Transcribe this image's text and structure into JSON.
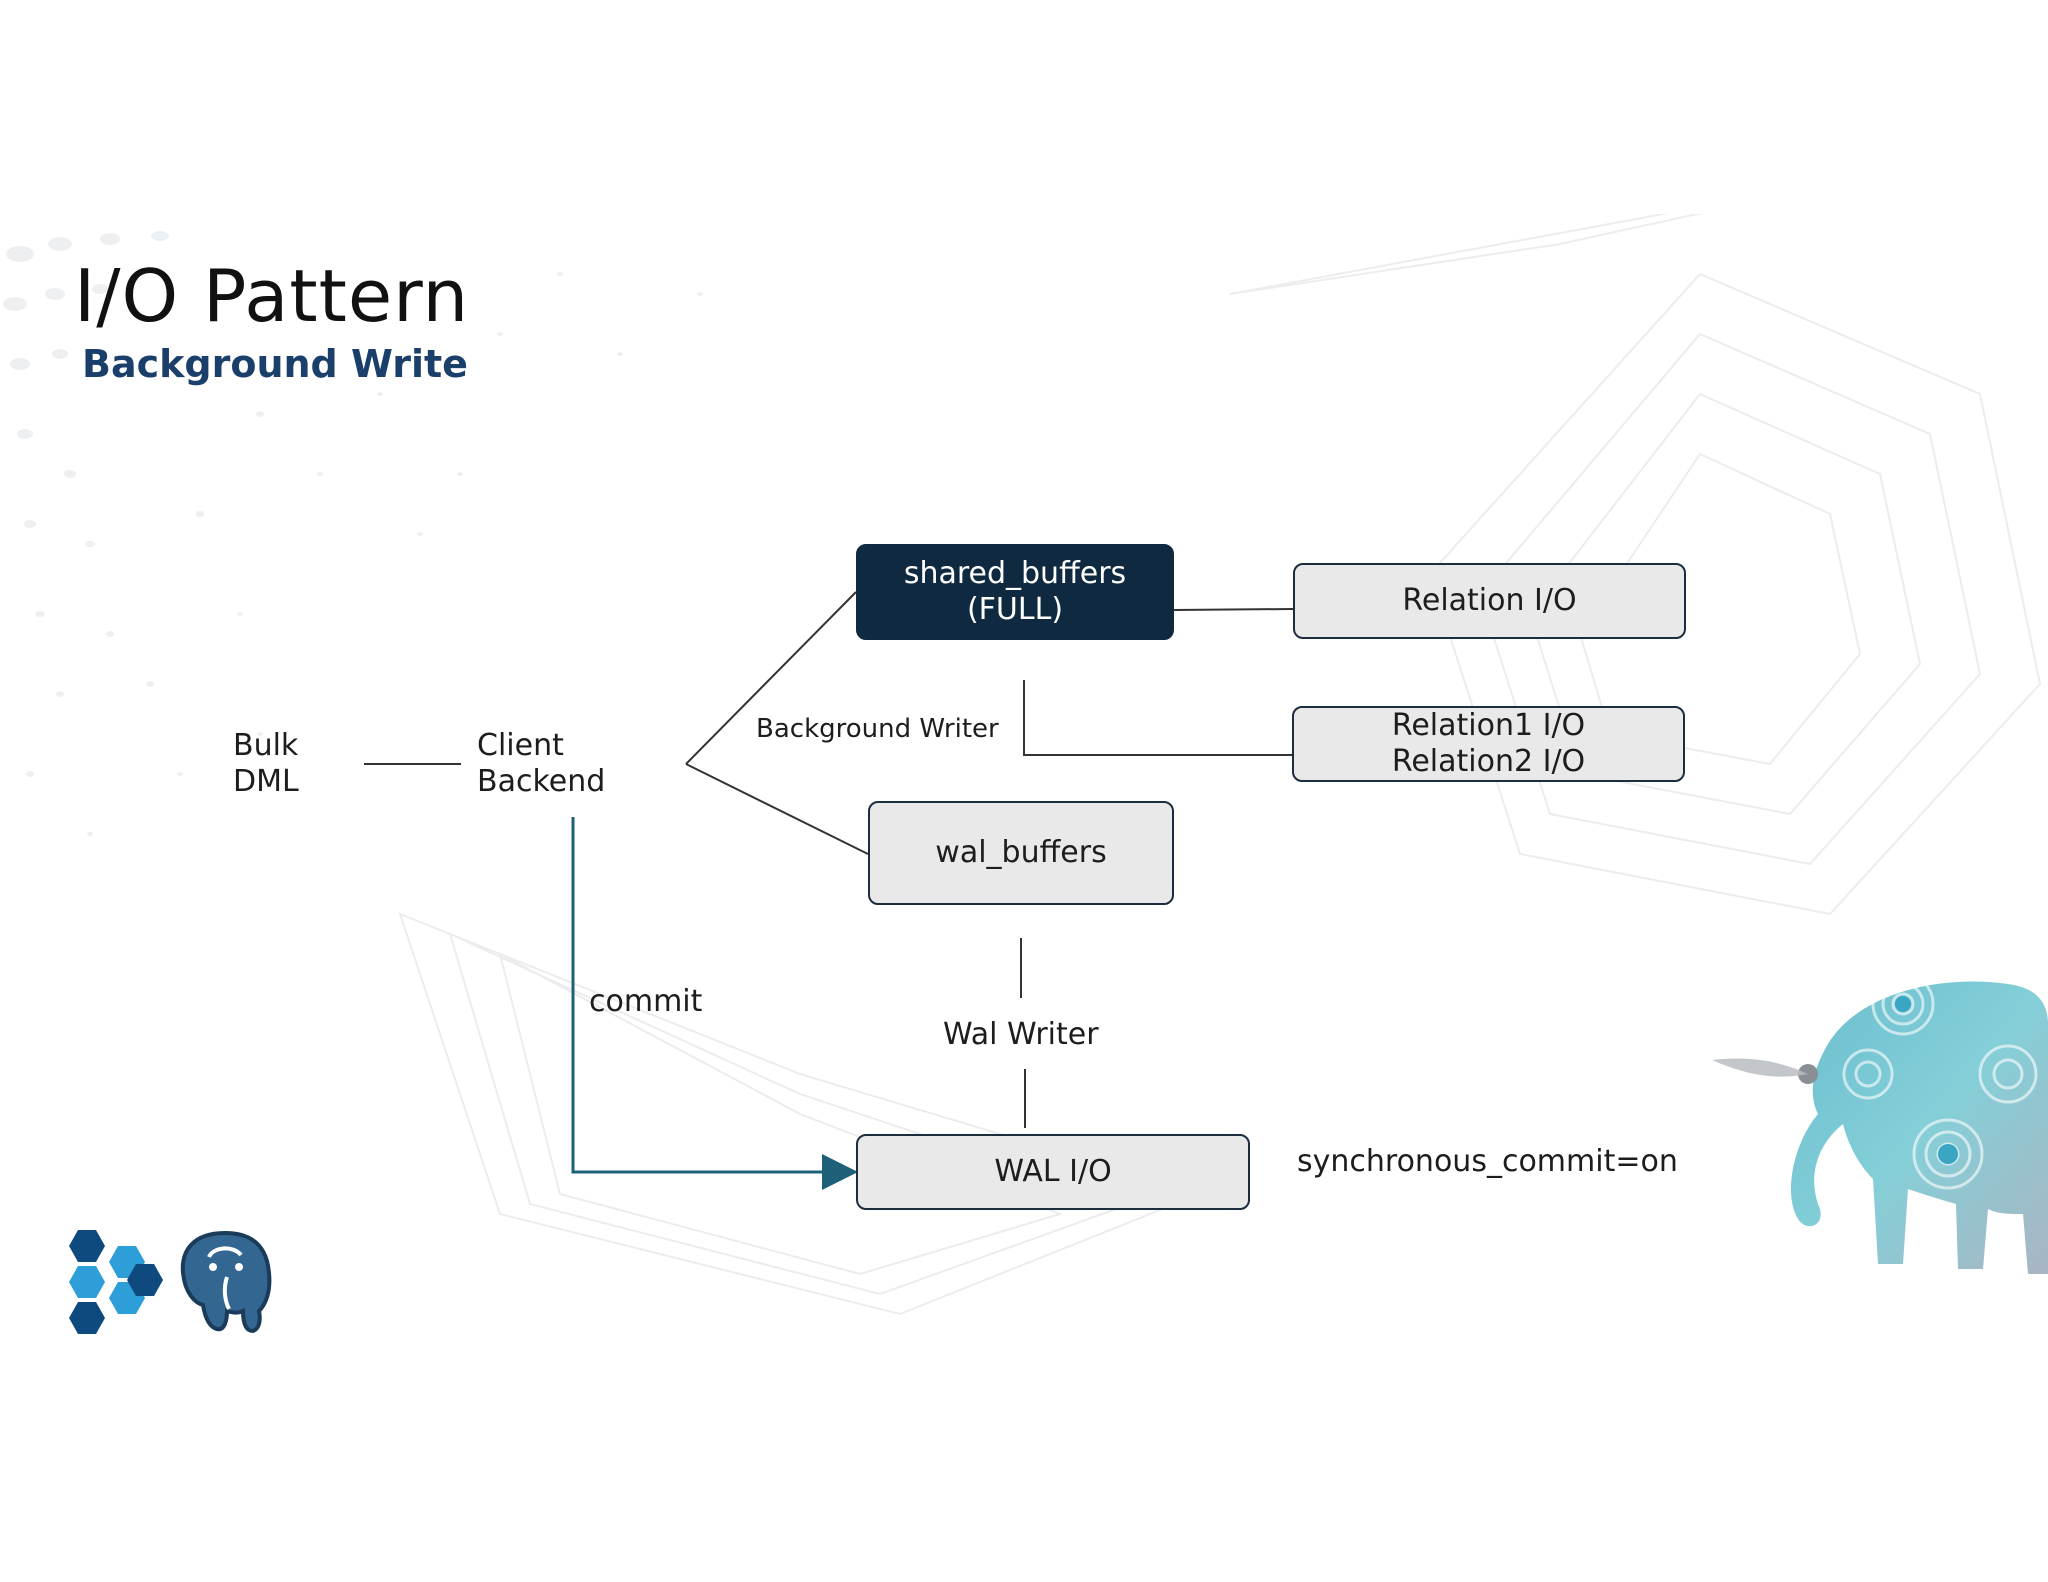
{
  "slide": {
    "title": "I/O Pattern",
    "subtitle": "Background Write"
  },
  "diagram": {
    "bulk_dml": [
      "Bulk",
      "DML"
    ],
    "client_backend": [
      "Client",
      "Backend"
    ],
    "shared_buffers": [
      "shared_buffers",
      "(FULL)"
    ],
    "relation_io": "Relation I/O",
    "background_writer": "Background Writer",
    "relation12_io": [
      "Relation1 I/O",
      "Relation2 I/O"
    ],
    "wal_buffers": "wal_buffers",
    "commit": "commit",
    "wal_writer": "Wal Writer",
    "wal_io": "WAL I/O",
    "sync_commit": "synchronous_commit=on"
  },
  "colors": {
    "title": "#111111",
    "subtitle": "#1b3f6b",
    "dark_box": "#0f2940",
    "light_box": "#e9e9e9",
    "commit_arrow": "#1e5f7a",
    "logo_blue_light": "#2d9ed8",
    "logo_blue_dark": "#0e4a7d"
  },
  "icons": {
    "company_logo": "hexagon-cluster-logo",
    "postgres_logo": "postgresql-elephant-logo",
    "decoration": "patterned-elephant-illustration"
  }
}
